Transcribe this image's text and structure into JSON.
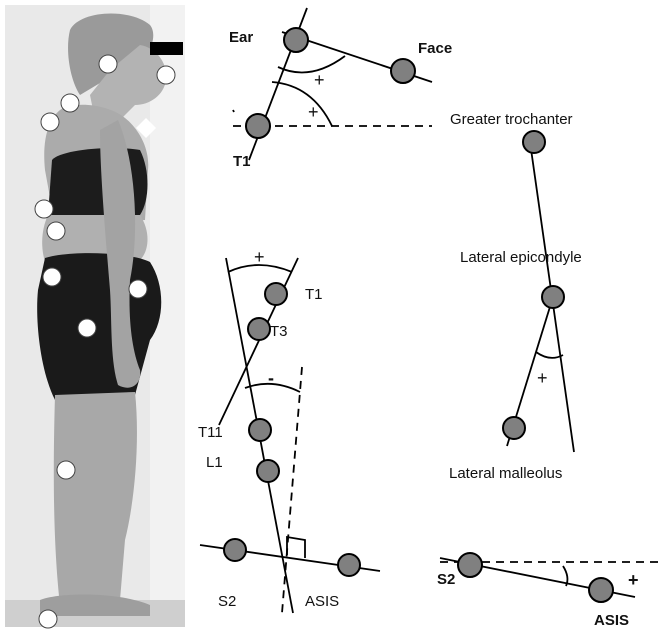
{
  "head_panel": {
    "ear": "Ear",
    "face": "Face",
    "t1": "T1",
    "plus_upper": "+",
    "plus_lower": "+"
  },
  "spine_panel": {
    "plus": "+",
    "minus": "-",
    "t1": "T1",
    "t3": "T3",
    "t11": "T11",
    "l1": "L1",
    "s2": "S2",
    "asis": "ASIS"
  },
  "knee_panel": {
    "greater_trochanter": "Greater trochanter",
    "lateral_epicondyle": "Lateral epicondyle",
    "lateral_malleolus": "Lateral malleolus",
    "plus": "+"
  },
  "pelvis_panel": {
    "s2": "S2",
    "asis": "ASIS",
    "plus": "+"
  },
  "colors": {
    "marker_fill": "#808080",
    "photo_background": "#e6e6e6",
    "skin": "#a9a9a9",
    "garment": "#1a1a1a"
  }
}
